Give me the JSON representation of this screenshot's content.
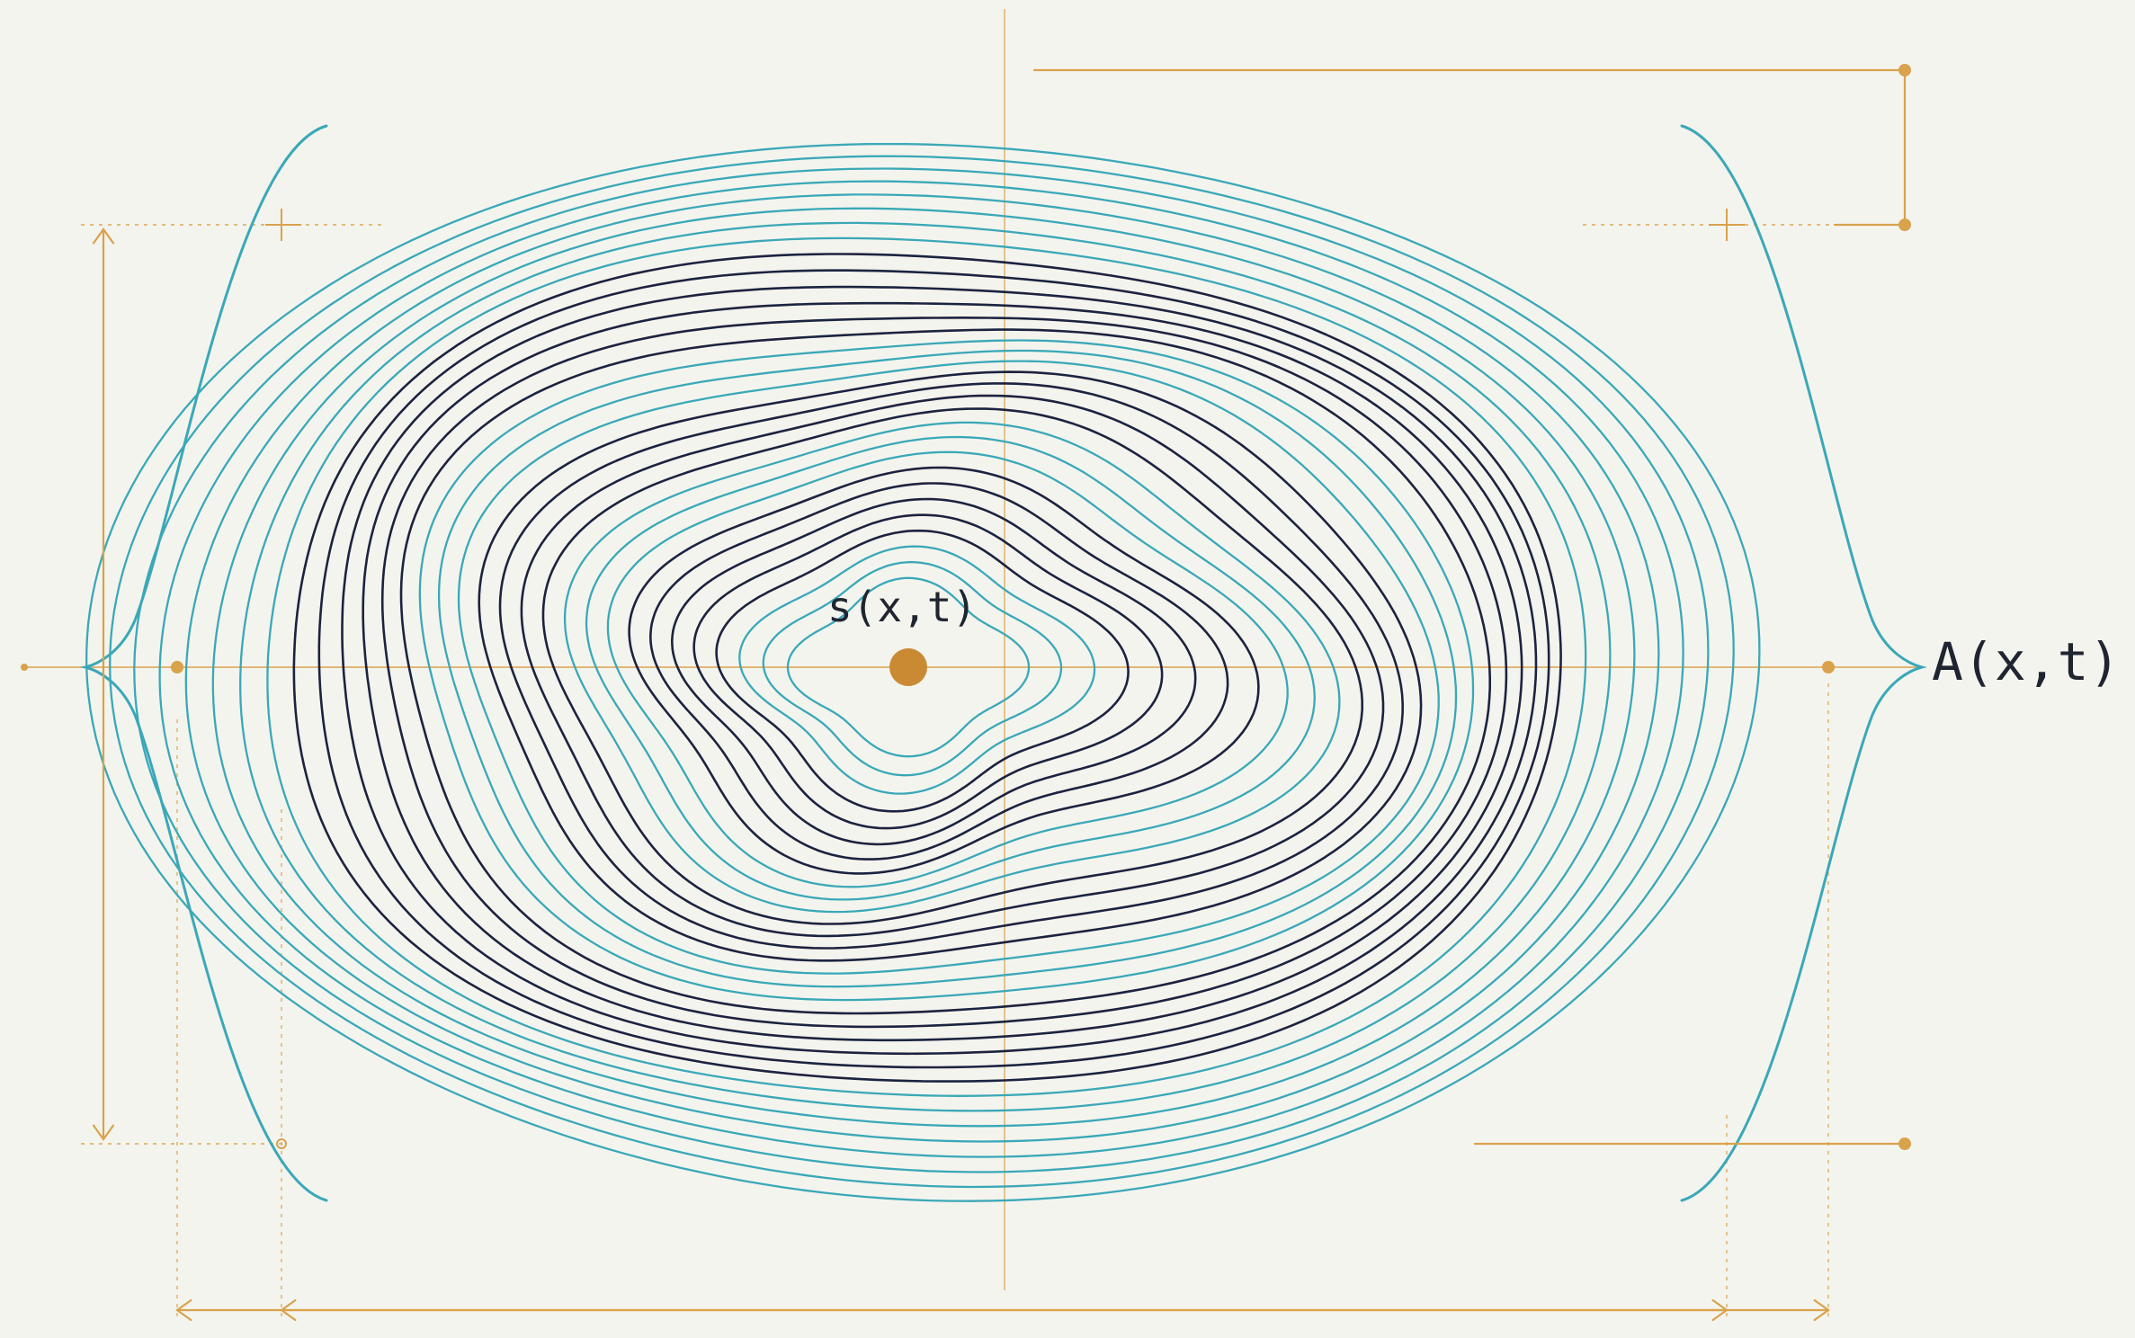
{
  "labels": {
    "source": "s(x,t)",
    "amplitude": "A(x,t)"
  },
  "colors": {
    "background": "#f4f4ee",
    "contour_outer": "#3aa8b8",
    "contour_dark": "#1c2340",
    "annotation": "#d9a24c",
    "source_dot": "#c98a33",
    "text": "#1f2530"
  },
  "icons": {
    "source": "filled-circle",
    "braces": "curly-brace",
    "dimension": "double-arrow"
  }
}
